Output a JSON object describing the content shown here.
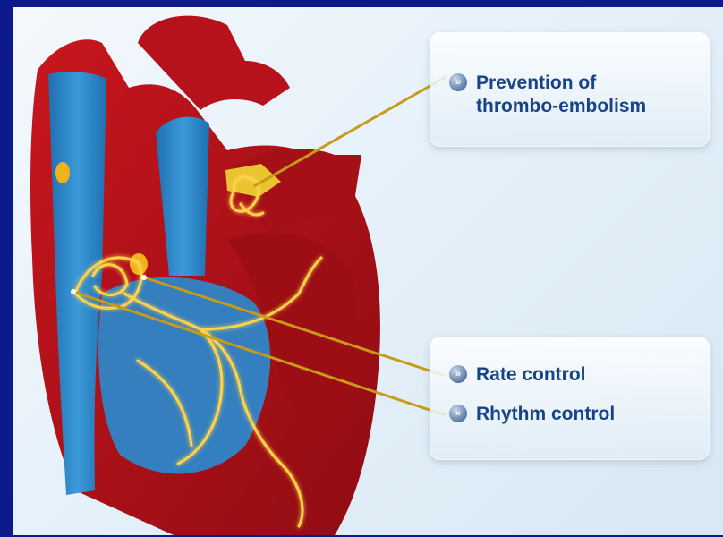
{
  "callouts": {
    "thrombo": {
      "text": "Prevention of thrombo-embolism",
      "icon": "arrow-bullet-icon"
    },
    "rate": {
      "text": "Rate control",
      "icon": "arrow-bullet-icon"
    },
    "rhythm": {
      "text": "Rhythm control",
      "icon": "arrow-bullet-icon"
    }
  },
  "colors": {
    "frame": "#0c1a8c",
    "label": "#17438b",
    "heart_red": "#b5121b",
    "vessel_blue": "#2e86c8",
    "conduction_glow": "#ffd34a",
    "leader_line": "#c89a18"
  }
}
